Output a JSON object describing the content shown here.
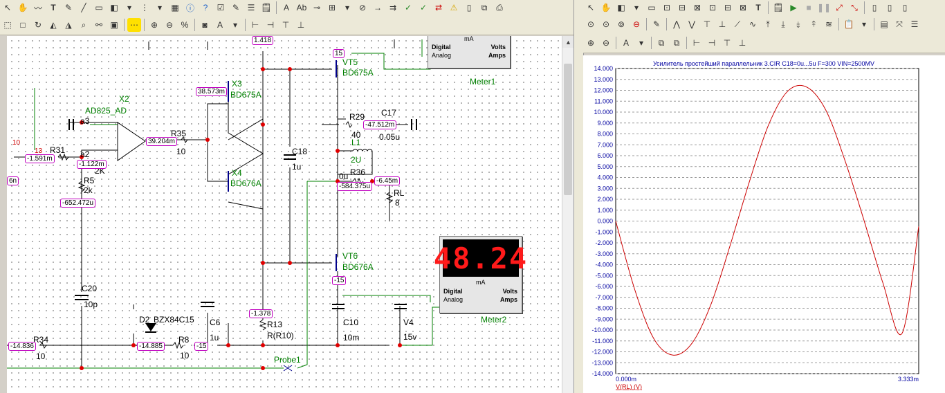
{
  "schematic_window": {
    "components": {
      "x2_ref": "X2",
      "x2_model": "AD825_AD",
      "r35": "R35",
      "r35_val": "10",
      "r31": "R31",
      "a3": "a3",
      "a2": "a2",
      "r5": "R5",
      "r5_val": "2k",
      "r_2k": "2K",
      "x3": "X3",
      "x3_model": "BD675A",
      "x4": "X4",
      "x4_model": "BD676A",
      "vt5": "VT5",
      "vt5_model": "BD675A",
      "vt6": "VT6",
      "vt6_model": "BD676A",
      "c18": "C18",
      "c18_val": "1u",
      "r29": "R29",
      "r29_val": "40",
      "c17": "C17",
      "c17_val": "0.05u",
      "l1": "L1",
      "l1_val": "2U",
      "r36": "R36",
      "r36_pre": "0u",
      "rl": "RL",
      "rl_val": "8",
      "c20": "C20",
      "c20_val": "10p",
      "d2": "D2",
      "d2_model": "BZX84C15",
      "c6": "C6",
      "c6_val": "1u",
      "r13": "R13",
      "r13_val": "R(R10)",
      "c10": "C10",
      "c10_val": "10m",
      "v4": "V4",
      "v4_val": "15v",
      "r34": "R34",
      "r34_val": "10",
      "r8": "R8",
      "r8_val": "10",
      "probe1": "Probe1",
      "pin10": "10",
      "pin13": "13"
    },
    "node_values": {
      "n_top": "1.418",
      "n_vt5_15": "15",
      "n_x3": "38.573m",
      "n_x2_out": "39.204m",
      "n_r31": "-1.591m",
      "n_a2": "-1.122m",
      "n_r5": "-652.472u",
      "n_left": "6n",
      "n_r29": "-47.512m",
      "n_r36": "-584.375u",
      "n_out": "-6.45m",
      "n_vt6_15": "-15",
      "n_r13": "-1.378",
      "n_r34": "-14.836",
      "n_d2": "-14.885",
      "n_r8": "-15"
    },
    "meters": {
      "meter1": {
        "name": "Meter1",
        "unit": "mA",
        "digital": "Digital",
        "analog": "Analog",
        "volts": "Volts",
        "amps": "Amps"
      },
      "meter2": {
        "name": "Meter2",
        "reading": "48.24",
        "unit": "mA",
        "digital": "Digital",
        "analog": "Analog",
        "volts": "Volts",
        "amps": "Amps"
      }
    }
  },
  "graph_window": {
    "chart_data": {
      "type": "line",
      "title": "Усилитель простейший параллельник 3.CIR C18=0u...5u F=300 VIN=2500MV",
      "y_ticks": [
        "14.000",
        "13.000",
        "12.000",
        "11.000",
        "10.000",
        "9.000",
        "8.000",
        "7.000",
        "6.000",
        "5.000",
        "4.000",
        "3.000",
        "2.000",
        "1.000",
        "0.000",
        "-1.000",
        "-2.000",
        "-3.000",
        "-4.000",
        "-5.000",
        "-6.000",
        "-7.000",
        "-8.000",
        "-9.000",
        "-10.000",
        "-11.000",
        "-12.000",
        "-13.000",
        "-14.000"
      ],
      "x_ticks": [
        "0.000m",
        "3.333m"
      ],
      "ylim": [
        -14,
        14
      ],
      "xlim": [
        0,
        3.333
      ],
      "x_unit": "ms",
      "series": [
        {
          "name": "V(RL) (V)",
          "color": "#cc0000",
          "x": [
            0,
            0.21,
            0.42,
            0.63,
            0.84,
            1.05,
            1.26,
            1.47,
            1.68,
            1.89,
            2.1,
            2.31,
            2.52,
            2.73,
            2.94,
            3.15,
            3.333
          ],
          "y": [
            0,
            -6.3,
            -10.8,
            -12.3,
            -11.2,
            -7.6,
            -2.2,
            3.6,
            8.8,
            11.9,
            12.3,
            10.2,
            5.6,
            0.1,
            -5.7,
            -10.3,
            -0.5
          ]
        }
      ],
      "grid": true,
      "legend": "bottom-left",
      "xlabel": "V(RL) (V)"
    }
  }
}
